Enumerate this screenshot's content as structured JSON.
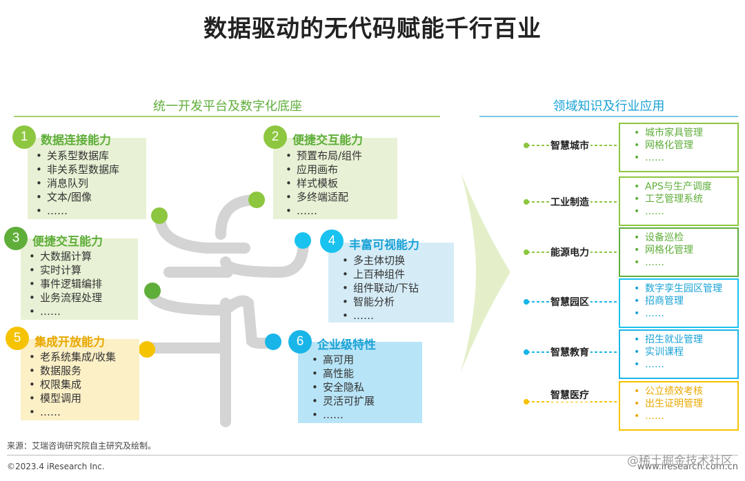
{
  "title": "数据驱动的无代码赋能千行百业",
  "left_section_title": "统一开发平台及数字化底座",
  "right_section_title": "领域知识及行业应用",
  "colors": {
    "green": "#8dc63f",
    "darkgreen": "#5fae3a",
    "cyan": "#19b5e8",
    "yellow": "#f5c300",
    "pale_green": "#e8f1d5",
    "pale_blue": "#d5ecf7",
    "pale_yellow": "#fcf0c7",
    "trunk": "#d4d4d4"
  },
  "capabilities": [
    {
      "num": "1",
      "title": "数据连接能力",
      "items": [
        "关系型数据库",
        "非关系型数据库",
        "消息队列",
        "文本/图像",
        "……"
      ]
    },
    {
      "num": "2",
      "title": "便捷交互能力",
      "items": [
        "预置布局/组件",
        "应用画布",
        "样式模板",
        "多终端适配",
        "……"
      ]
    },
    {
      "num": "3",
      "title": "便捷交互能力",
      "items": [
        "大数据计算",
        "实时计算",
        "事件逻辑编排",
        "业务流程处理",
        "……"
      ]
    },
    {
      "num": "4",
      "title": "丰富可视能力",
      "items": [
        "多主体切换",
        "上百种组件",
        "组件联动/下钻",
        "智能分析",
        "……"
      ]
    },
    {
      "num": "5",
      "title": "集成开放能力",
      "items": [
        "老系统集成/收集",
        "数据服务",
        "权限集成",
        "模型调用",
        "……"
      ]
    },
    {
      "num": "6",
      "title": "企业级特性",
      "items": [
        "高可用",
        "高性能",
        "安全隐私",
        "灵活可扩展",
        "……"
      ]
    }
  ],
  "domains": [
    {
      "name": "智慧城市",
      "items": [
        "城市家具管理",
        "网格化管理",
        "……"
      ]
    },
    {
      "name": "工业制造",
      "items": [
        "APS与生产调度",
        "工艺管理系统",
        "……"
      ]
    },
    {
      "name": "能源电力",
      "items": [
        "设备巡检",
        "网格化管理",
        "……"
      ]
    },
    {
      "name": "智慧园区",
      "items": [
        "数字孪生园区管理",
        "招商管理",
        "……"
      ]
    },
    {
      "name": "智慧教育",
      "items": [
        "招生就业管理",
        "实训课程",
        "……"
      ]
    },
    {
      "name": "智慧医疗",
      "items": [
        "公立绩效考核",
        "出生证明管理",
        "……"
      ]
    }
  ],
  "footer": {
    "source": "来源：艾瑞咨询研究院自主研究及绘制。",
    "copyright": "©2023.4 iResearch Inc.",
    "url": "www.iresearch.com.cn",
    "watermark": "@稀土掘金技术社区"
  }
}
